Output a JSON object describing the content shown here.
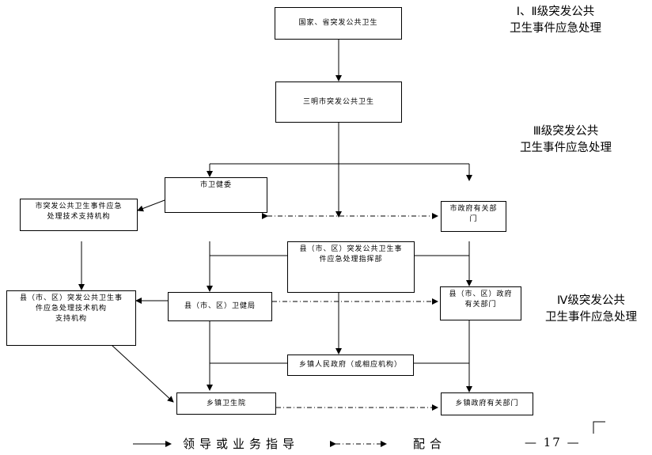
{
  "nodes": {
    "national_provincial": "国家、省突发公共卫生",
    "sanming_city": "三明市突发公共卫生",
    "city_health_commission": "市卫健委",
    "city_tech_support": "市突发公共卫生事件应急\n处理技术支持机构",
    "city_gov_depts": "市政府有关部\n门",
    "county_command": "县（市、区）突发公共卫生事\n件应急处理指挥部",
    "county_tech_support": "县（市、区）突发公共卫生事\n件应急处理技术机构\n支持机构",
    "county_health_bureau": "县（市、区）卫健局",
    "county_gov_depts": "县（市、区）政府\n有关部门",
    "township_gov": "乡镇人民政府（或相应机构）",
    "township_health_center": "乡镇卫生院",
    "township_gov_depts": "乡镇政府有关部门"
  },
  "levels": {
    "level_1_2": "Ⅰ、Ⅱ级突发公共\n卫生事件应急处理",
    "level_3": "Ⅲ级突发公共\n卫生事件应急处理",
    "level_4": "Ⅳ级突发公共\n卫生事件应急处理"
  },
  "legend": {
    "guidance": "领导或业务指导",
    "coordination": "配合"
  },
  "page_number": "— 17 —"
}
